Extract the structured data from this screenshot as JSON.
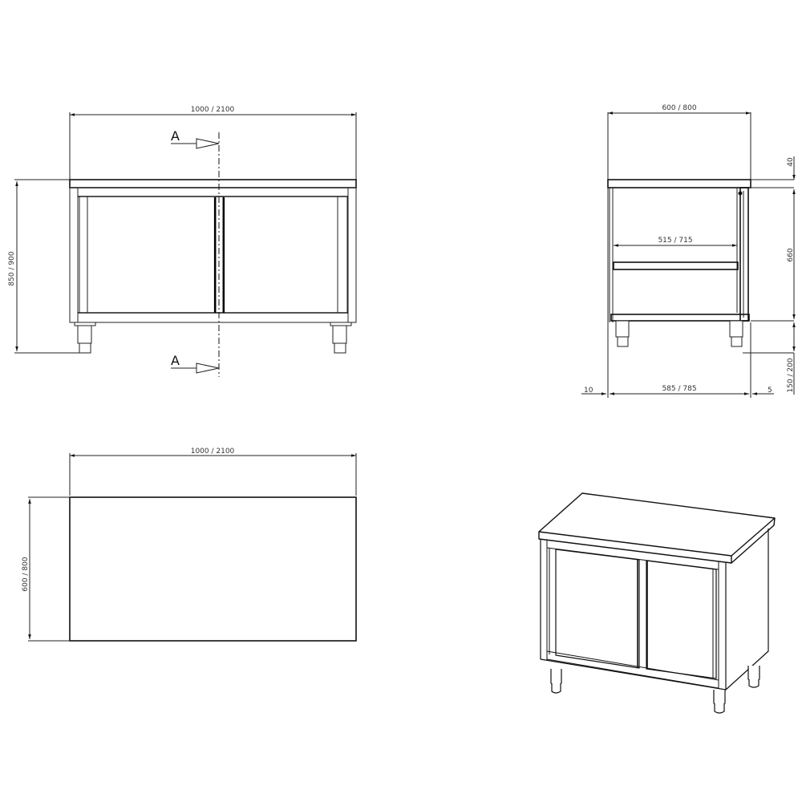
{
  "drawing": {
    "colors": {
      "line": "#111111",
      "dimension_text": "#333333",
      "background": "#ffffff"
    },
    "front_view": {
      "width_dim": "1000 / 2100",
      "height_dim": "850 / 900",
      "section_marker_top": "A",
      "section_marker_bottom": "A"
    },
    "side_section_view": {
      "depth_dim": "600 / 800",
      "top_thickness_dim": "40",
      "body_height_dim": "660",
      "leg_height_dim": "150 / 200",
      "shelf_depth_dim": "515 / 715",
      "inner_depth_dim": "585 / 785",
      "left_offset_dim": "10",
      "right_offset_dim": "5"
    },
    "top_view": {
      "width_dim": "1000 / 2100",
      "depth_dim": "600 / 800"
    },
    "isometric_view": {
      "label": "isometric cabinet with sliding doors"
    }
  }
}
